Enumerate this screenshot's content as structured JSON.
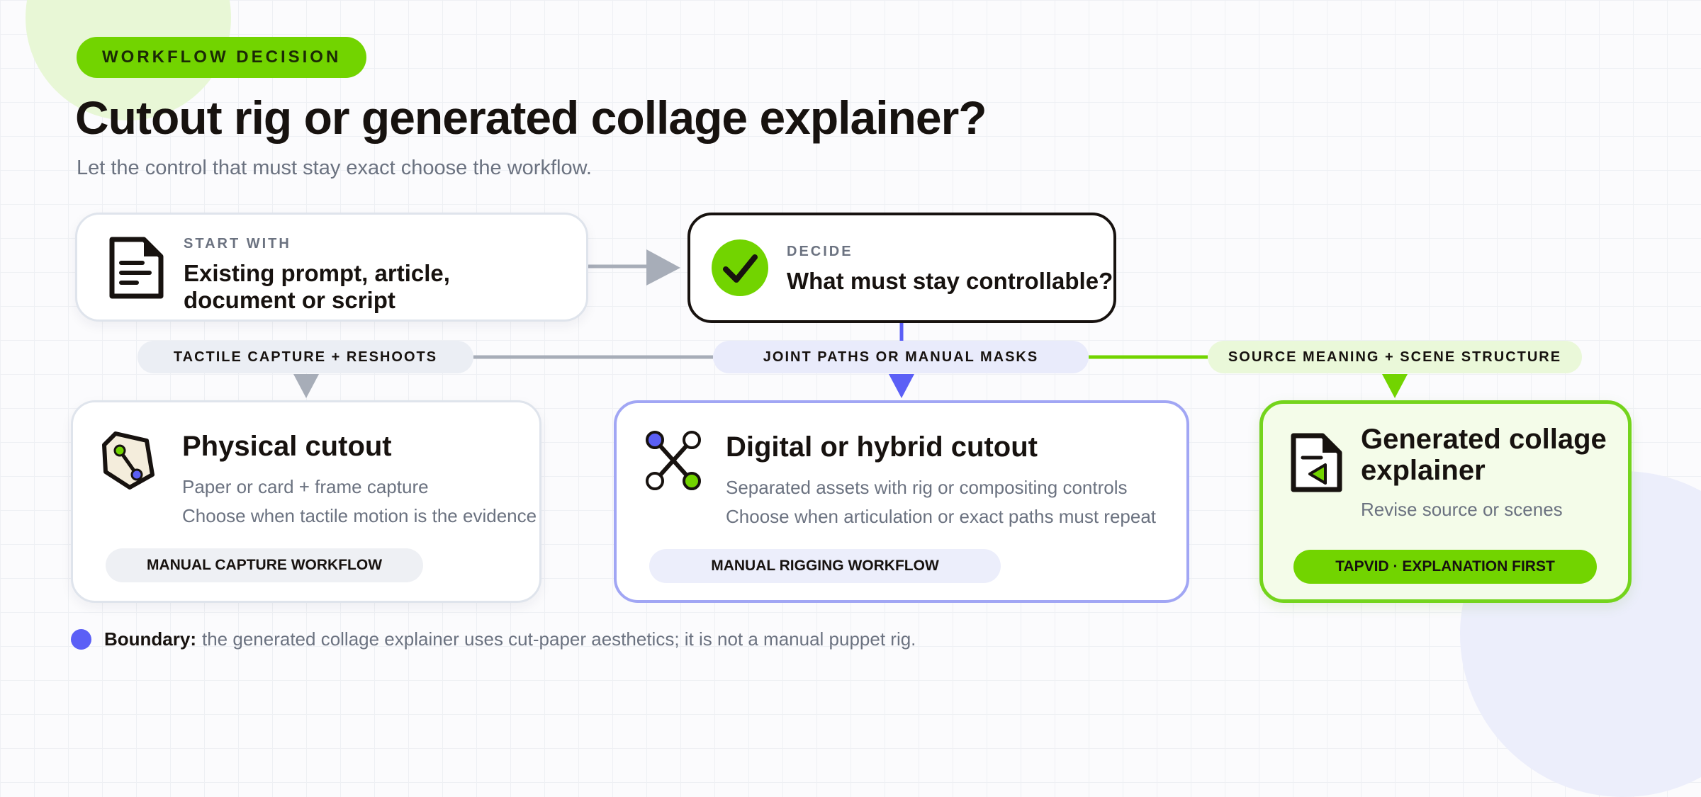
{
  "header": {
    "eyebrow": "WORKFLOW DECISION",
    "title": "Cutout rig or generated collage explainer?",
    "subtitle": "Let the control that must stay exact choose the workflow."
  },
  "start": {
    "kicker": "START WITH",
    "text": "Existing prompt, article, document or script",
    "icon": "document-icon"
  },
  "decide": {
    "kicker": "DECIDE",
    "text": "What must stay controllable?",
    "icon": "checkmark-circle-icon"
  },
  "branches": {
    "physical_label": "TACTILE CAPTURE + RESHOOTS",
    "digital_label": "JOINT PATHS OR MANUAL MASKS",
    "generated_label": "SOURCE MEANING + SCENE STRUCTURE"
  },
  "cards": {
    "physical": {
      "title": "Physical cutout",
      "line1": "Paper or card + frame capture",
      "line2": "Choose when tactile motion is the evidence",
      "pill": "MANUAL CAPTURE WORKFLOW",
      "icon": "paper-cutout-icon"
    },
    "digital": {
      "title": "Digital or hybrid cutout",
      "line1": "Separated assets with rig or compositing controls",
      "line2": "Choose when articulation or exact paths must repeat",
      "pill": "MANUAL RIGGING WORKFLOW",
      "icon": "rig-joints-icon"
    },
    "generated": {
      "title": "Generated collage explainer",
      "line1": "Revise source or scenes",
      "pill": "TAPVID · EXPLANATION FIRST",
      "icon": "document-play-icon"
    }
  },
  "footer": {
    "label": "Boundary:",
    "text": "the generated collage explainer uses cut-paper aesthetics; it is not a manual puppet rig."
  },
  "colors": {
    "green": "#72d400",
    "blue": "#5b5ff6",
    "gray": "#a7adb8",
    "ink": "#17120f"
  }
}
